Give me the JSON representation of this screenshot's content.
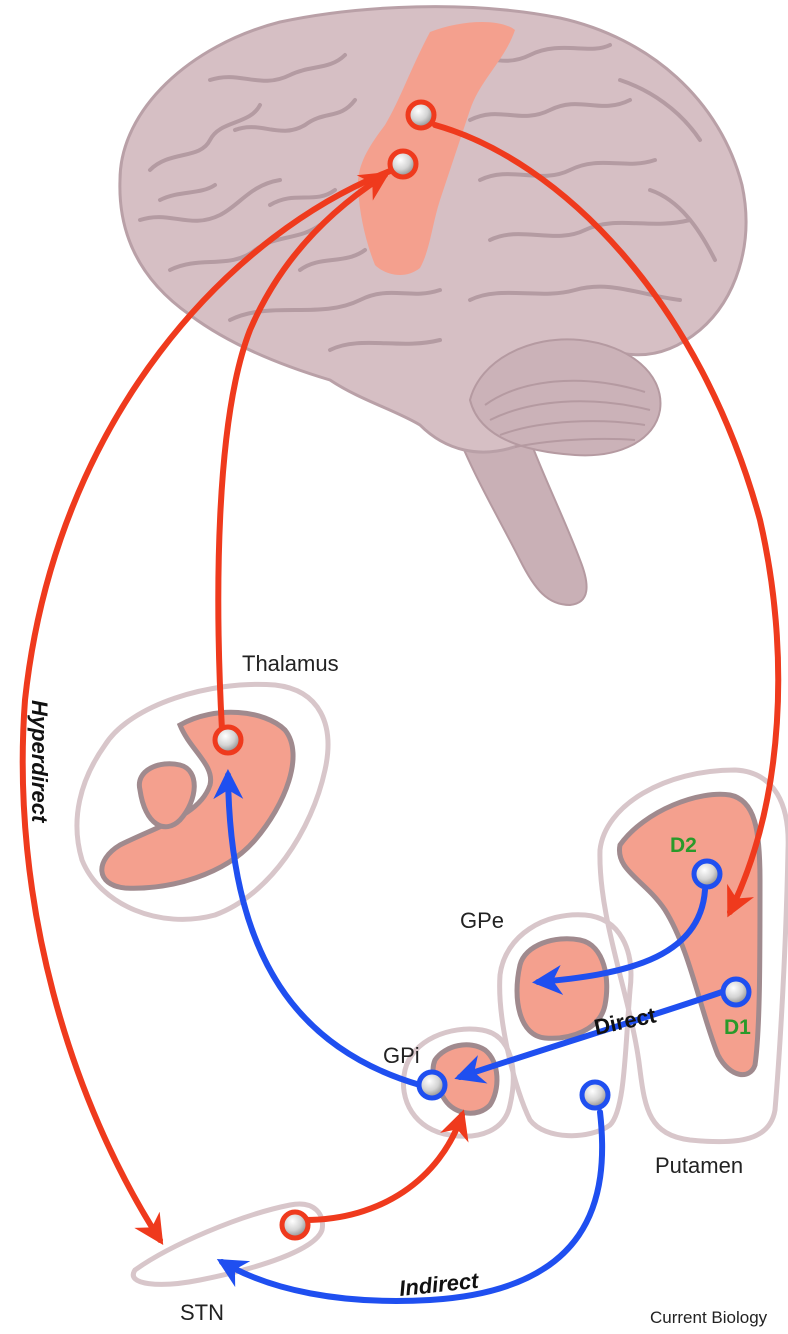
{
  "labels": {
    "thalamus": "Thalamus",
    "gpe": "GPe",
    "gpi": "GPi",
    "putamen": "Putamen",
    "stn": "STN"
  },
  "receptors": {
    "d2": "D2",
    "d1": "D1"
  },
  "pathways": {
    "hyperdirect": "Hyperdirect",
    "direct": "Direct",
    "indirect": "Indirect"
  },
  "credit": "Current Biology",
  "colors": {
    "excitatory": "#ef3a1d",
    "inhibitory": "#1f4ff0",
    "nucleus_fill": "#f4a08e",
    "nucleus_border": "#a08a8e",
    "outline": "#d8c6ca",
    "brain_fill": "#d6bfc4",
    "receptor_text": "#2a9a2a"
  }
}
